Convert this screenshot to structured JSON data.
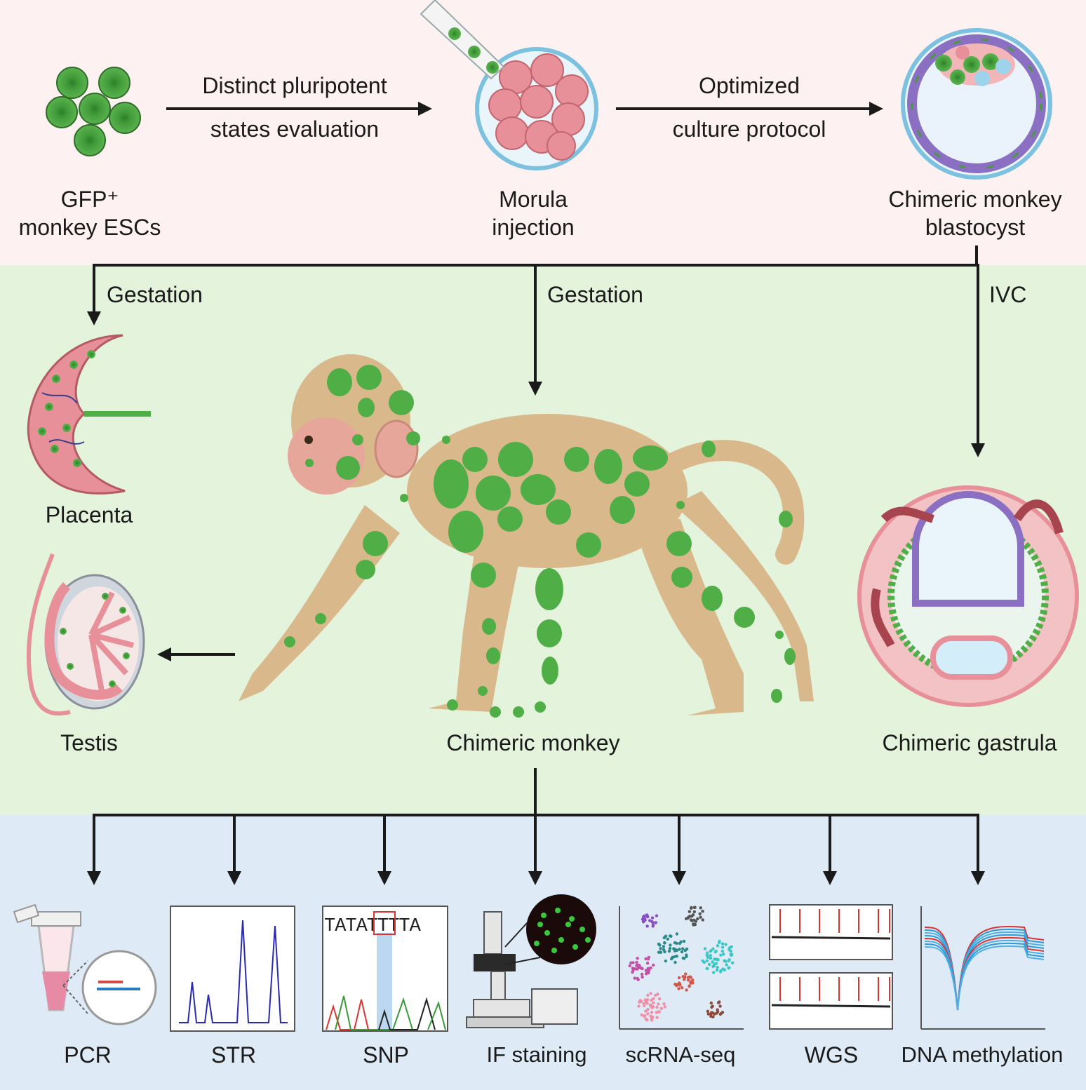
{
  "top": {
    "esc_label_line1": "GFP⁺",
    "esc_label_line2": "monkey ESCs",
    "arrow1_line1": "Distinct pluripotent",
    "arrow1_line2": "states evaluation",
    "morula_line1": "Morula",
    "morula_line2": "injection",
    "arrow2_line1": "Optimized",
    "arrow2_line2": "culture protocol",
    "blastocyst_line1": "Chimeric monkey",
    "blastocyst_line2": "blastocyst"
  },
  "middle": {
    "gestation_left": "Gestation",
    "gestation_center": "Gestation",
    "ivc": "IVC",
    "placenta": "Placenta",
    "testis": "Testis",
    "chimeric_monkey": "Chimeric monkey",
    "chimeric_gastrula": "Chimeric gastrula"
  },
  "bottom": {
    "assays": [
      "PCR",
      "STR",
      "SNP",
      "IF staining",
      "scRNA-seq",
      "WGS",
      "DNA methylation"
    ],
    "snp_sequence": "TATATTTTA"
  },
  "colors": {
    "band_top": "#fdf1f1",
    "band_middle": "#e3f3dc",
    "band_bottom": "#deeaf5",
    "gfp_green": "#4fae45",
    "cell_pink": "#e8909a",
    "monkey_fur": "#d9b98c",
    "arrow": "#1a1a1a"
  }
}
